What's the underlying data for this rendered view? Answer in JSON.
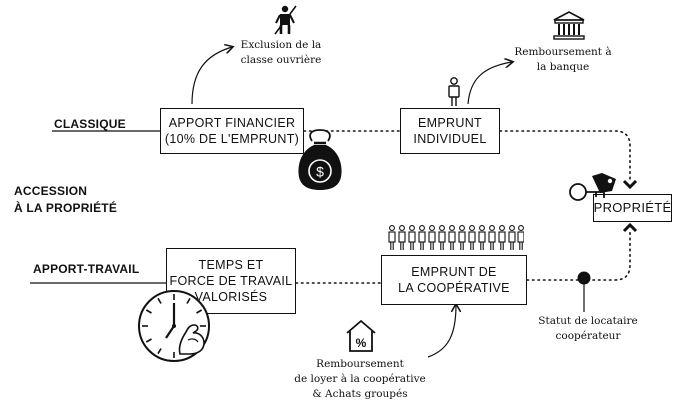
{
  "diagram": {
    "main_title_line1": "ACCESSION",
    "main_title_line2": "À LA PROPRIÉTÉ",
    "track_classique": "CLASSIQUE",
    "track_apport_travail": "APPORT-TRAVAIL",
    "box_apport_financier": {
      "line1": "APPORT FINANCIER",
      "line2": "(10% DE L'EMPRUNT)"
    },
    "box_emprunt_individuel": {
      "line1": "EMPRUNT",
      "line2": "INDIVIDUEL"
    },
    "box_propriete": "PROPRIÉTÉ",
    "box_temps_force": {
      "line1": "TEMPS ET",
      "line2": "FORCE DE TRAVAIL",
      "line3": "VALORISÉS"
    },
    "box_emprunt_cooperative": {
      "line1": "EMPRUNT DE",
      "line2": "LA COOPÉRATIVE"
    },
    "note_exclusion": {
      "line1": "Exclusion de la",
      "line2": "classe ouvrière"
    },
    "note_remboursement_banque": {
      "line1": "Remboursement à",
      "line2": "la banque"
    },
    "note_statut": {
      "line1": "Statut de locataire",
      "line2": "coopérateur"
    },
    "note_remboursement_loyer": {
      "line1": "Remboursement",
      "line2": "de loyer à la coopérative",
      "line3": "& Achats groupés"
    },
    "money_symbol": "$",
    "percent_symbol": "%",
    "icons": [
      "worker-icon",
      "bank-icon",
      "person-icon",
      "money-bag-icon",
      "keys-icon",
      "clock-icon",
      "flexed-arm-icon",
      "house-percent-icon",
      "crowd-icon"
    ]
  }
}
